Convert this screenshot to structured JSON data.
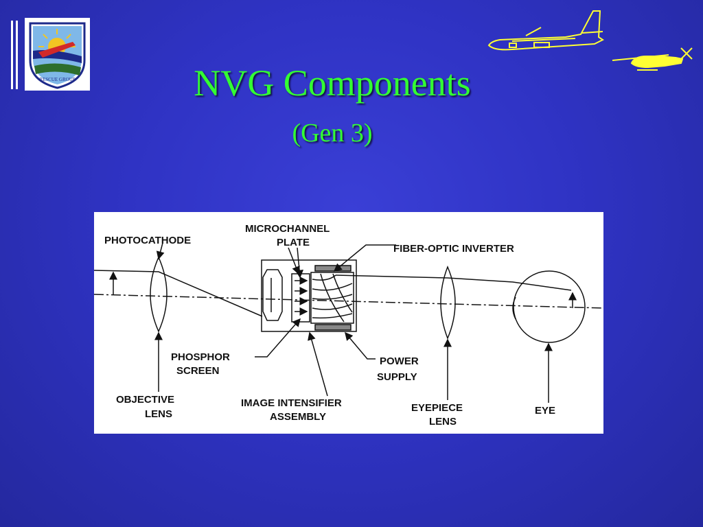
{
  "slide": {
    "title": "NVG Components",
    "subtitle": "(Gen 3)",
    "colors": {
      "background": "#2f33c4",
      "title": "#33ff33",
      "aircraft": "#ffff33"
    }
  },
  "logo": {
    "text": "RESCUE GROUP",
    "icon": "rescue-group-emblem"
  },
  "aircraft": [
    "cargo-plane-icon",
    "helicopter-icon"
  ],
  "diagram": {
    "labels": {
      "photocathode": "PHOTOCATHODE",
      "microchannel_1": "MICROCHANNEL",
      "microchannel_2": "PLATE",
      "fiber_optic": "FIBER-OPTIC INVERTER",
      "phosphor_1": "PHOSPHOR",
      "phosphor_2": "SCREEN",
      "power_1": "POWER",
      "power_2": "SUPPLY",
      "objective_1": "OBJECTIVE",
      "objective_2": "LENS",
      "intensifier_1": "IMAGE INTENSIFIER",
      "intensifier_2": "ASSEMBLY",
      "eyepiece_1": "EYEPIECE",
      "eyepiece_2": "LENS",
      "eye": "EYE"
    }
  }
}
